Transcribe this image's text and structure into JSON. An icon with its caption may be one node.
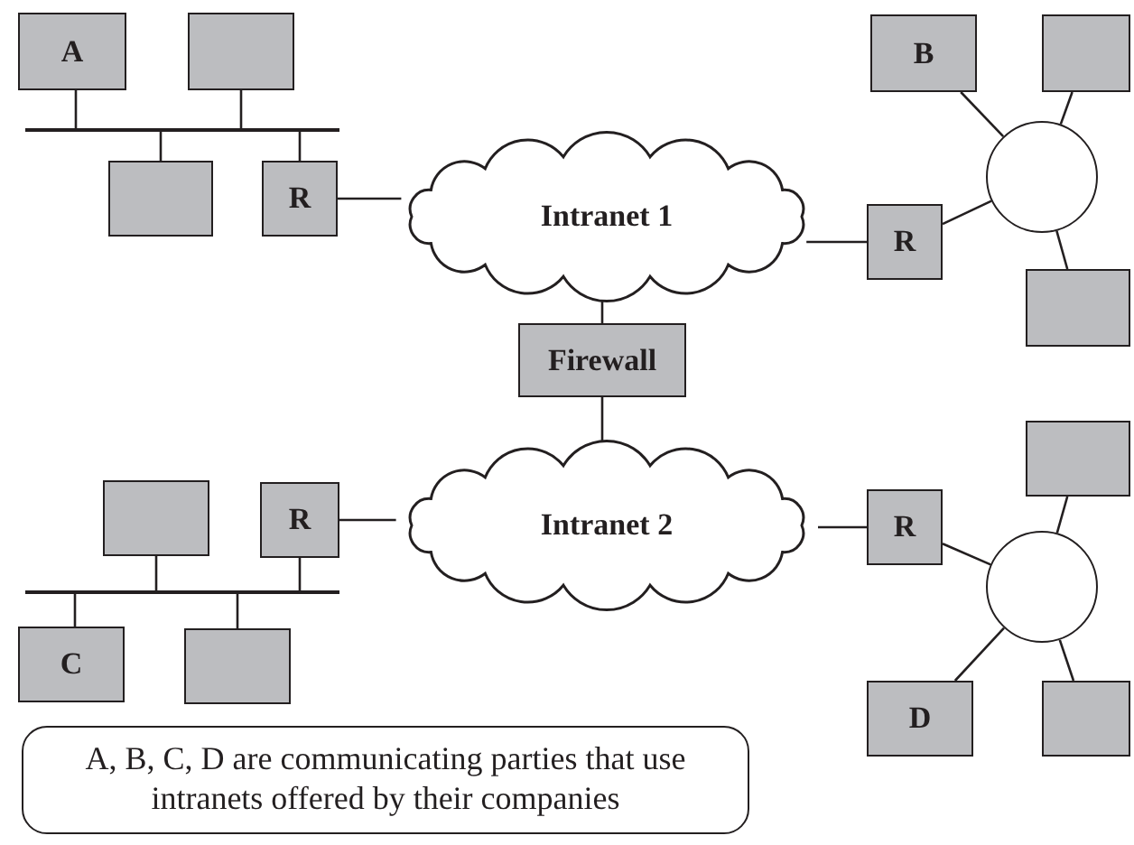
{
  "diagram": {
    "nodes": [
      {
        "text": [
          "A"
        ]
      },
      {
        "text": [],
        "shape": "box"
      },
      {
        "text": [
          "B"
        ]
      },
      {
        "text": [],
        "shape": "box"
      },
      {
        "text": [],
        "shape": "bar"
      },
      {
        "text": [],
        "shape": "box"
      },
      {
        "text": [
          "R"
        ]
      },
      {
        "text": [
          "Intranet 1"
        ]
      },
      {
        "text": [
          "R"
        ]
      },
      {
        "text": [],
        "shape": "circle"
      },
      {
        "text": [],
        "shape": "box"
      },
      {
        "text": [
          "Firewall"
        ]
      },
      {
        "text": [],
        "shape": "box"
      },
      {
        "text": [],
        "shape": "box"
      },
      {
        "text": [
          "R"
        ]
      },
      {
        "text": [
          "Intranet 2"
        ]
      },
      {
        "text": [
          "R"
        ]
      },
      {
        "text": [],
        "shape": "circle"
      },
      {
        "text": [],
        "shape": "bar"
      },
      {
        "text": [
          "C"
        ]
      },
      {
        "text": [],
        "shape": "box"
      },
      {
        "text": [
          "D"
        ]
      },
      {
        "text": [],
        "shape": "box"
      },
      {
        "text": [
          "A, B, C, D are communicating parties that use intranets offered by their companies"
        ]
      }
    ],
    "edges": [
      {
        "from": 0,
        "to": 4,
        "arrow": "none"
      },
      {
        "from": 1,
        "to": 4,
        "arrow": "none"
      },
      {
        "from": 5,
        "to": 4,
        "arrow": "none"
      },
      {
        "from": 6,
        "to": 4,
        "arrow": "none"
      },
      {
        "from": 6,
        "to": 7,
        "arrow": "none"
      },
      {
        "from": 7,
        "to": 8,
        "arrow": "none"
      },
      {
        "from": 8,
        "to": 9,
        "arrow": "none"
      },
      {
        "from": 2,
        "to": 9,
        "arrow": "none"
      },
      {
        "from": 3,
        "to": 9,
        "arrow": "none"
      },
      {
        "from": 10,
        "to": 9,
        "arrow": "none"
      },
      {
        "from": 7,
        "to": 11,
        "arrow": "none"
      },
      {
        "from": 11,
        "to": 15,
        "arrow": "none"
      },
      {
        "from": 14,
        "to": 15,
        "arrow": "none"
      },
      {
        "from": 15,
        "to": 16,
        "arrow": "none"
      },
      {
        "from": 16,
        "to": 17,
        "arrow": "none"
      },
      {
        "from": 12,
        "to": 17,
        "arrow": "none"
      },
      {
        "from": 21,
        "to": 17,
        "arrow": "none"
      },
      {
        "from": 22,
        "to": 17,
        "arrow": "none"
      },
      {
        "from": 13,
        "to": 18,
        "arrow": "none"
      },
      {
        "from": 14,
        "to": 18,
        "arrow": "none"
      },
      {
        "from": 19,
        "to": 18,
        "arrow": "none"
      },
      {
        "from": 20,
        "to": 18,
        "arrow": "none"
      }
    ]
  }
}
